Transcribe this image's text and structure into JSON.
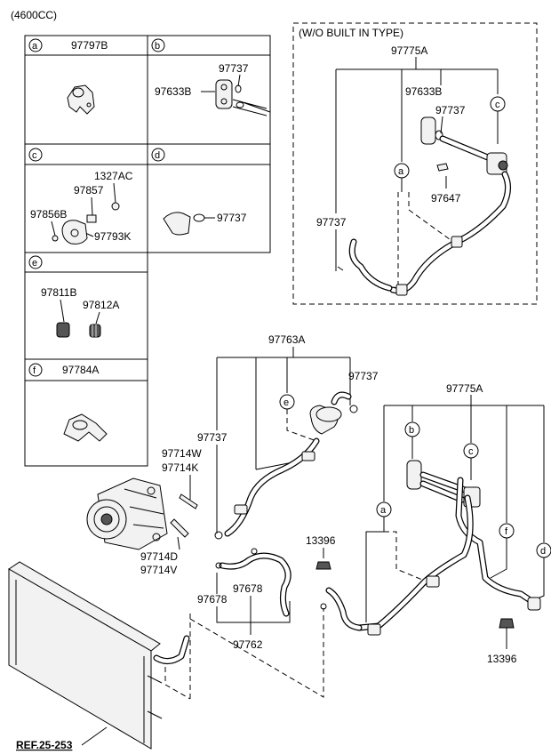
{
  "engine": "(4600CC)",
  "ref": "REF.25-253",
  "table": {
    "a": {
      "letter": "a",
      "parts": [
        "97797B"
      ]
    },
    "b": {
      "letter": "b",
      "parts": [
        "97737",
        "97633B"
      ]
    },
    "c": {
      "letter": "c",
      "parts": [
        "1327AC",
        "97857",
        "97856B",
        "97793K"
      ]
    },
    "d": {
      "letter": "d",
      "parts": [
        "97737"
      ]
    },
    "e": {
      "letter": "e",
      "parts": [
        "97811B",
        "97812A"
      ]
    },
    "f": {
      "letter": "f",
      "parts": [
        "97784A"
      ]
    }
  },
  "inset": {
    "title": "(W/O BUILT IN TYPE)",
    "main_part": "97775A",
    "parts": [
      "97633B",
      "97737",
      "97647",
      "97737"
    ],
    "callouts": [
      "c",
      "a"
    ]
  },
  "main": {
    "top_part": "97763A",
    "parts": {
      "p97737_top": "97737",
      "p97737_mid": "97737",
      "p97714W": "97714W",
      "p97714K": "97714K",
      "p97714D": "97714D",
      "p97714V": "97714V",
      "p97678_a": "97678",
      "p97678_b": "97678",
      "p97762": "97762",
      "p13396_a": "13396",
      "p13396_b": "13396",
      "p97775A": "97775A"
    },
    "callouts": [
      "e",
      "b",
      "c",
      "a",
      "f",
      "d"
    ]
  }
}
